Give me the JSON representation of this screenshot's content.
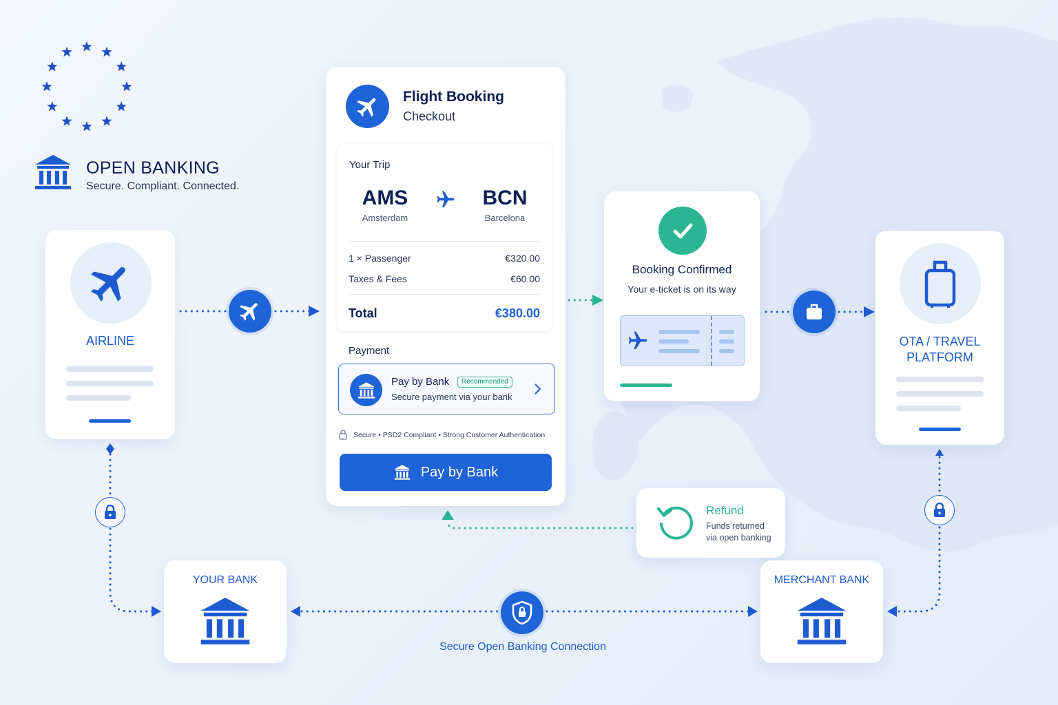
{
  "brand": {
    "title": "OPEN BANKING",
    "subtitle": "Secure. Compliant. Connected.",
    "eu_stars_icon": "eu-stars-icon",
    "bank_icon": "bank-icon"
  },
  "airline": {
    "label": "AIRLINE",
    "icon": "plane-icon"
  },
  "checkout": {
    "title": "Flight Booking",
    "subtitle": "Checkout",
    "trip_heading": "Your Trip",
    "from_code": "AMS",
    "from_city": "Amsterdam",
    "to_code": "BCN",
    "to_city": "Barcelona",
    "line_items": [
      {
        "label": "1 × Passenger",
        "amount": "€320.00"
      },
      {
        "label": "Taxes & Fees",
        "amount": "€60.00"
      }
    ],
    "total_label": "Total",
    "total_amount": "€380.00",
    "payment_heading": "Payment",
    "payment_option_title": "Pay by Bank",
    "payment_option_badge": "Recommended",
    "payment_option_sub": "Secure payment via your bank",
    "security_note": "Secure • PSD2 Compliant • Strong Customer Authentication",
    "pay_button_label": "Pay by Bank"
  },
  "confirmation": {
    "title": "Booking Confirmed",
    "subtitle": "Your e-ticket is on its way"
  },
  "ota": {
    "label_line1": "OTA / TRAVEL",
    "label_line2": "PLATFORM",
    "icon": "suitcase-icon"
  },
  "refund": {
    "title": "Refund",
    "line1": "Funds returned",
    "line2": "via open banking"
  },
  "your_bank": {
    "label": "YOUR BANK"
  },
  "merchant_bank": {
    "label": "MERCHANT BANK"
  },
  "connection": {
    "label": "Secure Open Banking Connection"
  },
  "colors": {
    "primary": "#1f63d8",
    "accent_green": "#2bb594",
    "dark_text": "#0d1f54"
  }
}
